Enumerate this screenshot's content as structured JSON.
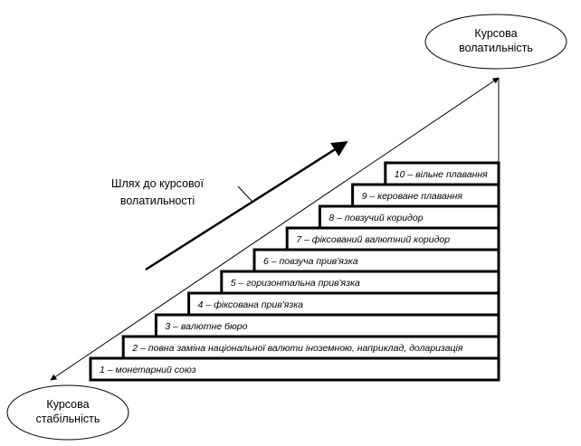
{
  "bottom_ellipse": {
    "line1": "Курсова",
    "line2": "стабільність"
  },
  "top_ellipse": {
    "line1": "Курсова",
    "line2": "волатильність"
  },
  "path_label": {
    "line1": "Шлях до курсової",
    "line2": "волатильності"
  },
  "steps": [
    {
      "label": "1 – монетарний союз"
    },
    {
      "label": "2 – повна заміна національної валюти іноземною, наприклад, доларизація"
    },
    {
      "label": "3 – валютне бюро"
    },
    {
      "label": "4 – фіксована прив'язка"
    },
    {
      "label": "5 – горизонтальна прив'язка"
    },
    {
      "label": "6 – повзуча прив'язка"
    },
    {
      "label": "7 – фіксований валютний коридор"
    },
    {
      "label": "8 – повзучий коридор"
    },
    {
      "label": "9 – кероване плавання"
    },
    {
      "label": "10 – вільне плавання"
    }
  ],
  "colors": {
    "stroke": "#000000",
    "background": "#ffffff"
  }
}
